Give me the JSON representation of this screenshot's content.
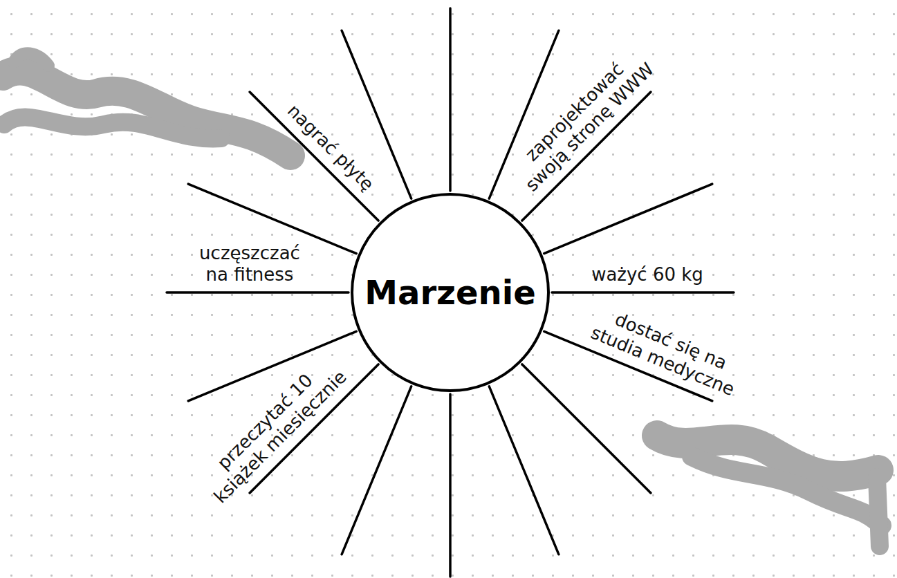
{
  "diagram": {
    "nodes": [
      {
        "text": [
          "Marzenie"
        ]
      }
    ],
    "labels": [
      "nagrać płytę",
      "zaprojektować swoją stronę WWW",
      "uczęszczać na fitness",
      "ważyć 60 kg",
      "dostać się na studia medyczne",
      "przeczytać 10 książek miesięcznie"
    ]
  }
}
